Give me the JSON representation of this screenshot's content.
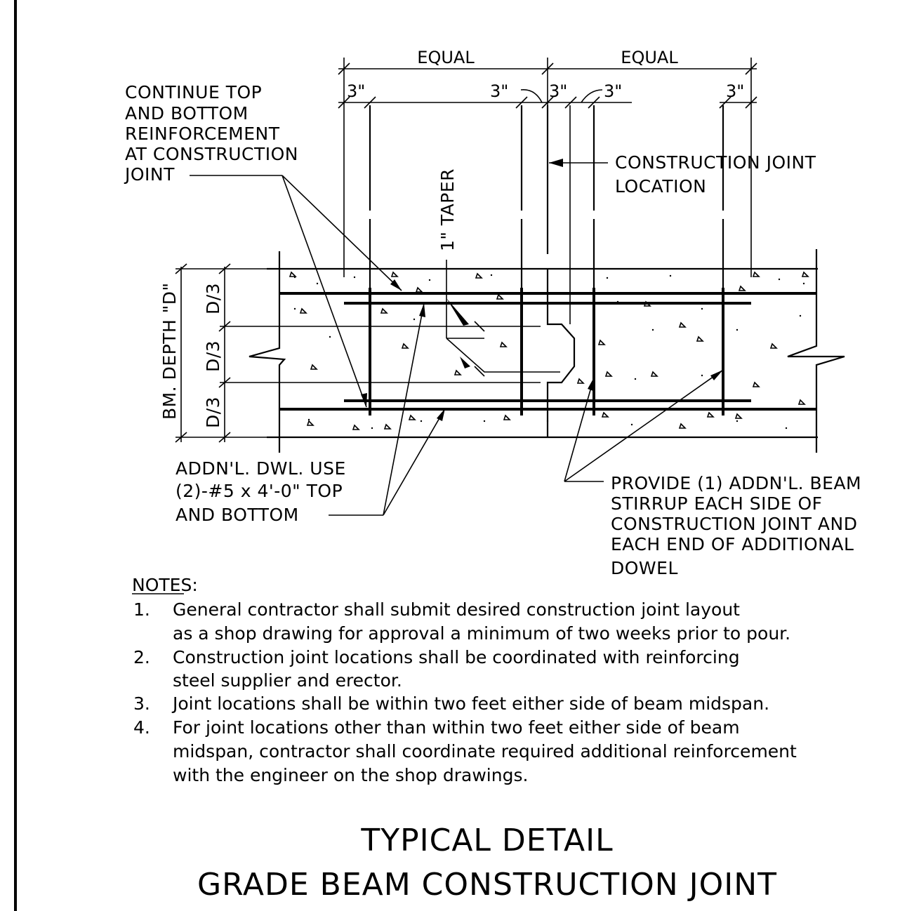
{
  "dimensions": {
    "equal_left": "EQUAL",
    "equal_right": "EQUAL",
    "three_inch": "3\""
  },
  "labels": {
    "continue_reinforcement": [
      "CONTINUE TOP",
      "AND BOTTOM",
      "REINFORCEMENT",
      "AT CONSTRUCTION",
      "JOINT"
    ],
    "construction_joint_location": [
      "CONSTRUCTION JOINT",
      "LOCATION"
    ],
    "taper": "1\" TAPER",
    "beam_depth": "BM. DEPTH \"D\"",
    "third_depth": "D/3",
    "additional_dowel": [
      "ADDN'L. DWL. USE",
      "(2)-#5 x 4'-0\" TOP",
      "AND BOTTOM"
    ],
    "provide_stirrup": [
      "PROVIDE (1) ADDN'L. BEAM",
      "STIRRUP EACH SIDE OF",
      "CONSTRUCTION JOINT AND",
      "EACH END OF ADDITIONAL",
      "DOWEL"
    ]
  },
  "notes": {
    "heading": "NOTES:",
    "items": [
      {
        "num": "1.",
        "lines": [
          "General contractor shall submit desired construction joint layout",
          "as a shop drawing for approval a minimum of two weeks prior to pour."
        ]
      },
      {
        "num": "2.",
        "lines": [
          "Construction joint locations shall be coordinated with reinforcing",
          "steel supplier and erector."
        ]
      },
      {
        "num": "3.",
        "lines": [
          "Joint locations shall be within two feet either side of beam midspan."
        ]
      },
      {
        "num": "4.",
        "lines": [
          "For joint locations other than within two feet either side of beam",
          "midspan, contractor shall coordinate required additional reinforcement",
          "with the engineer on the shop drawings."
        ]
      }
    ]
  },
  "title": {
    "line1": "TYPICAL DETAIL",
    "line2": "GRADE BEAM CONSTRUCTION JOINT"
  }
}
